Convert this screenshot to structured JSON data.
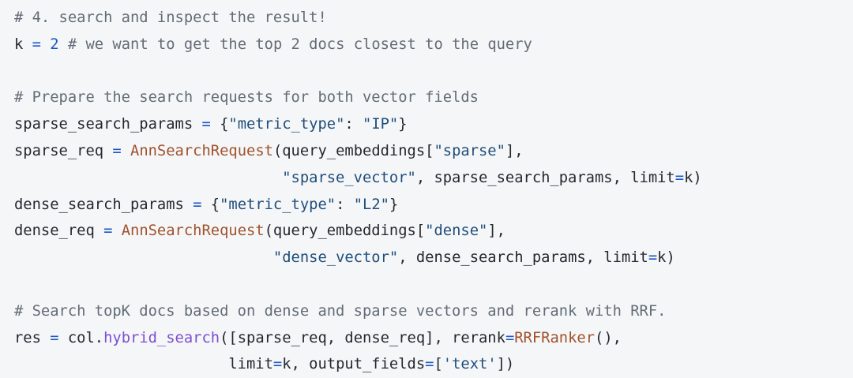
{
  "editor": {
    "language": "python",
    "background_color": "#f5f6f8",
    "token_colors": {
      "plain": "#24292f",
      "comment": "#636c76",
      "operator": "#1a56c4",
      "number": "#1a56c4",
      "string": "#1f4e79",
      "class": "#a0522d",
      "method": "#7b4fd0"
    }
  },
  "code": {
    "full_text": "# 4. search and inspect the result!\nk = 2 # we want to get the top 2 docs closest to the query\n\n# Prepare the search requests for both vector fields\nsparse_search_params = {\"metric_type\": \"IP\"}\nsparse_req = AnnSearchRequest(query_embeddings[\"sparse\"],\n                              \"sparse_vector\", sparse_search_params, limit=k)\ndense_search_params = {\"metric_type\": \"L2\"}\ndense_req = AnnSearchRequest(query_embeddings[\"dense\"],\n                             \"dense_vector\", dense_search_params, limit=k)\n\n# Search topK docs based on dense and sparse vectors and rerank with RRF.\nres = col.hybrid_search([sparse_req, dense_req], rerank=RRFRanker(),\n                        limit=k, output_fields=['text'])",
    "lines": [
      {
        "n": 1,
        "text": "# 4. search and inspect the result!",
        "tokens": [
          {
            "t": "# 4. search and inspect the result!",
            "c": "comment"
          }
        ]
      },
      {
        "n": 2,
        "text": "k = 2 # we want to get the top 2 docs closest to the query",
        "tokens": [
          {
            "t": "k ",
            "c": "plain"
          },
          {
            "t": "=",
            "c": "operator"
          },
          {
            "t": " ",
            "c": "plain"
          },
          {
            "t": "2",
            "c": "number"
          },
          {
            "t": " ",
            "c": "plain"
          },
          {
            "t": "# we want to get the top 2 docs closest to the query",
            "c": "comment"
          }
        ]
      },
      {
        "n": 3,
        "text": "",
        "tokens": []
      },
      {
        "n": 4,
        "text": "# Prepare the search requests for both vector fields",
        "tokens": [
          {
            "t": "# Prepare the search requests for both vector fields",
            "c": "comment"
          }
        ]
      },
      {
        "n": 5,
        "text": "sparse_search_params = {\"metric_type\": \"IP\"}",
        "tokens": [
          {
            "t": "sparse_search_params ",
            "c": "plain"
          },
          {
            "t": "=",
            "c": "operator"
          },
          {
            "t": " {",
            "c": "plain"
          },
          {
            "t": "\"metric_type\"",
            "c": "string"
          },
          {
            "t": ": ",
            "c": "plain"
          },
          {
            "t": "\"IP\"",
            "c": "string"
          },
          {
            "t": "}",
            "c": "plain"
          }
        ]
      },
      {
        "n": 6,
        "text": "sparse_req = AnnSearchRequest(query_embeddings[\"sparse\"],",
        "tokens": [
          {
            "t": "sparse_req ",
            "c": "plain"
          },
          {
            "t": "=",
            "c": "operator"
          },
          {
            "t": " ",
            "c": "plain"
          },
          {
            "t": "AnnSearchRequest",
            "c": "class"
          },
          {
            "t": "(query_embeddings[",
            "c": "plain"
          },
          {
            "t": "\"sparse\"",
            "c": "string"
          },
          {
            "t": "],",
            "c": "plain"
          }
        ]
      },
      {
        "n": 7,
        "text": "                              \"sparse_vector\", sparse_search_params, limit=k)",
        "tokens": [
          {
            "t": "                              ",
            "c": "plain"
          },
          {
            "t": "\"sparse_vector\"",
            "c": "string"
          },
          {
            "t": ", sparse_search_params, limit",
            "c": "plain"
          },
          {
            "t": "=",
            "c": "operator"
          },
          {
            "t": "k)",
            "c": "plain"
          }
        ]
      },
      {
        "n": 8,
        "text": "dense_search_params = {\"metric_type\": \"L2\"}",
        "tokens": [
          {
            "t": "dense_search_params ",
            "c": "plain"
          },
          {
            "t": "=",
            "c": "operator"
          },
          {
            "t": " {",
            "c": "plain"
          },
          {
            "t": "\"metric_type\"",
            "c": "string"
          },
          {
            "t": ": ",
            "c": "plain"
          },
          {
            "t": "\"L2\"",
            "c": "string"
          },
          {
            "t": "}",
            "c": "plain"
          }
        ]
      },
      {
        "n": 9,
        "text": "dense_req = AnnSearchRequest(query_embeddings[\"dense\"],",
        "tokens": [
          {
            "t": "dense_req ",
            "c": "plain"
          },
          {
            "t": "=",
            "c": "operator"
          },
          {
            "t": " ",
            "c": "plain"
          },
          {
            "t": "AnnSearchRequest",
            "c": "class"
          },
          {
            "t": "(query_embeddings[",
            "c": "plain"
          },
          {
            "t": "\"dense\"",
            "c": "string"
          },
          {
            "t": "],",
            "c": "plain"
          }
        ]
      },
      {
        "n": 10,
        "text": "                             \"dense_vector\", dense_search_params, limit=k)",
        "tokens": [
          {
            "t": "                             ",
            "c": "plain"
          },
          {
            "t": "\"dense_vector\"",
            "c": "string"
          },
          {
            "t": ", dense_search_params, limit",
            "c": "plain"
          },
          {
            "t": "=",
            "c": "operator"
          },
          {
            "t": "k)",
            "c": "plain"
          }
        ]
      },
      {
        "n": 11,
        "text": "",
        "tokens": []
      },
      {
        "n": 12,
        "text": "# Search topK docs based on dense and sparse vectors and rerank with RRF.",
        "tokens": [
          {
            "t": "# Search topK docs based on dense and sparse vectors and rerank with RRF.",
            "c": "comment"
          }
        ]
      },
      {
        "n": 13,
        "text": "res = col.hybrid_search([sparse_req, dense_req], rerank=RRFRanker(),",
        "tokens": [
          {
            "t": "res ",
            "c": "plain"
          },
          {
            "t": "=",
            "c": "operator"
          },
          {
            "t": " col.",
            "c": "plain"
          },
          {
            "t": "hybrid_search",
            "c": "method"
          },
          {
            "t": "([sparse_req, dense_req], rerank",
            "c": "plain"
          },
          {
            "t": "=",
            "c": "operator"
          },
          {
            "t": "RRFRanker",
            "c": "class"
          },
          {
            "t": "(),",
            "c": "plain"
          }
        ]
      },
      {
        "n": 14,
        "text": "                        limit=k, output_fields=['text'])",
        "tokens": [
          {
            "t": "                        limit",
            "c": "plain"
          },
          {
            "t": "=",
            "c": "operator"
          },
          {
            "t": "k, output_fields",
            "c": "plain"
          },
          {
            "t": "=",
            "c": "operator"
          },
          {
            "t": "[",
            "c": "plain"
          },
          {
            "t": "'text'",
            "c": "string"
          },
          {
            "t": "])",
            "c": "plain"
          }
        ]
      }
    ]
  }
}
